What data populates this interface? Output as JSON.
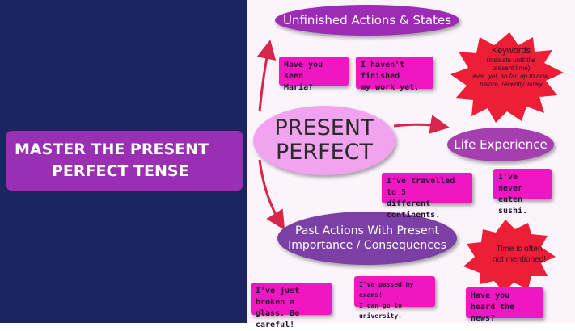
{
  "title": {
    "line1": "MASTER THE PRESENT",
    "line2": "PERFECT TENSE"
  },
  "diagram": {
    "center": {
      "line1": "PRESENT",
      "line2": "PERFECT"
    },
    "unfinished": "Unfinished Actions & States",
    "life": "Life Experience",
    "past": {
      "line1": "Past Actions With Present",
      "line2": "Importance / Consequences"
    },
    "keywords": {
      "heading": "Keywords",
      "line1": "(indicate until the",
      "line2": "present time)",
      "line3": "ever, yet, so far, up to now,",
      "line4": "before, recently, lately"
    },
    "time_note": {
      "line1": "Time is often",
      "line2": "not mentioned!"
    },
    "bubbles": {
      "maria": {
        "line1": "Have you seen",
        "line2": "Maria?"
      },
      "finished": {
        "line1": "I haven't finished",
        "line2": "my work yet."
      },
      "travelled": {
        "line1": "I've travelled to 5",
        "line2": "different continents."
      },
      "sushi": {
        "line1": "I've never",
        "line2": "eaten sushi."
      },
      "glass": {
        "line1": "I've just broken a",
        "line2": "glass. Be careful!"
      },
      "exams": {
        "line1": "I've passed my exams!",
        "line2": "I can go to university."
      },
      "news": {
        "line1": "Have you",
        "line2": "heard the news?"
      }
    }
  },
  "colors": {
    "background_left": "#1c2560",
    "title_box": "#9a2fb4",
    "bubble": "#ef17c2",
    "star": "#ec1f36",
    "arrow": "#d6264a"
  }
}
